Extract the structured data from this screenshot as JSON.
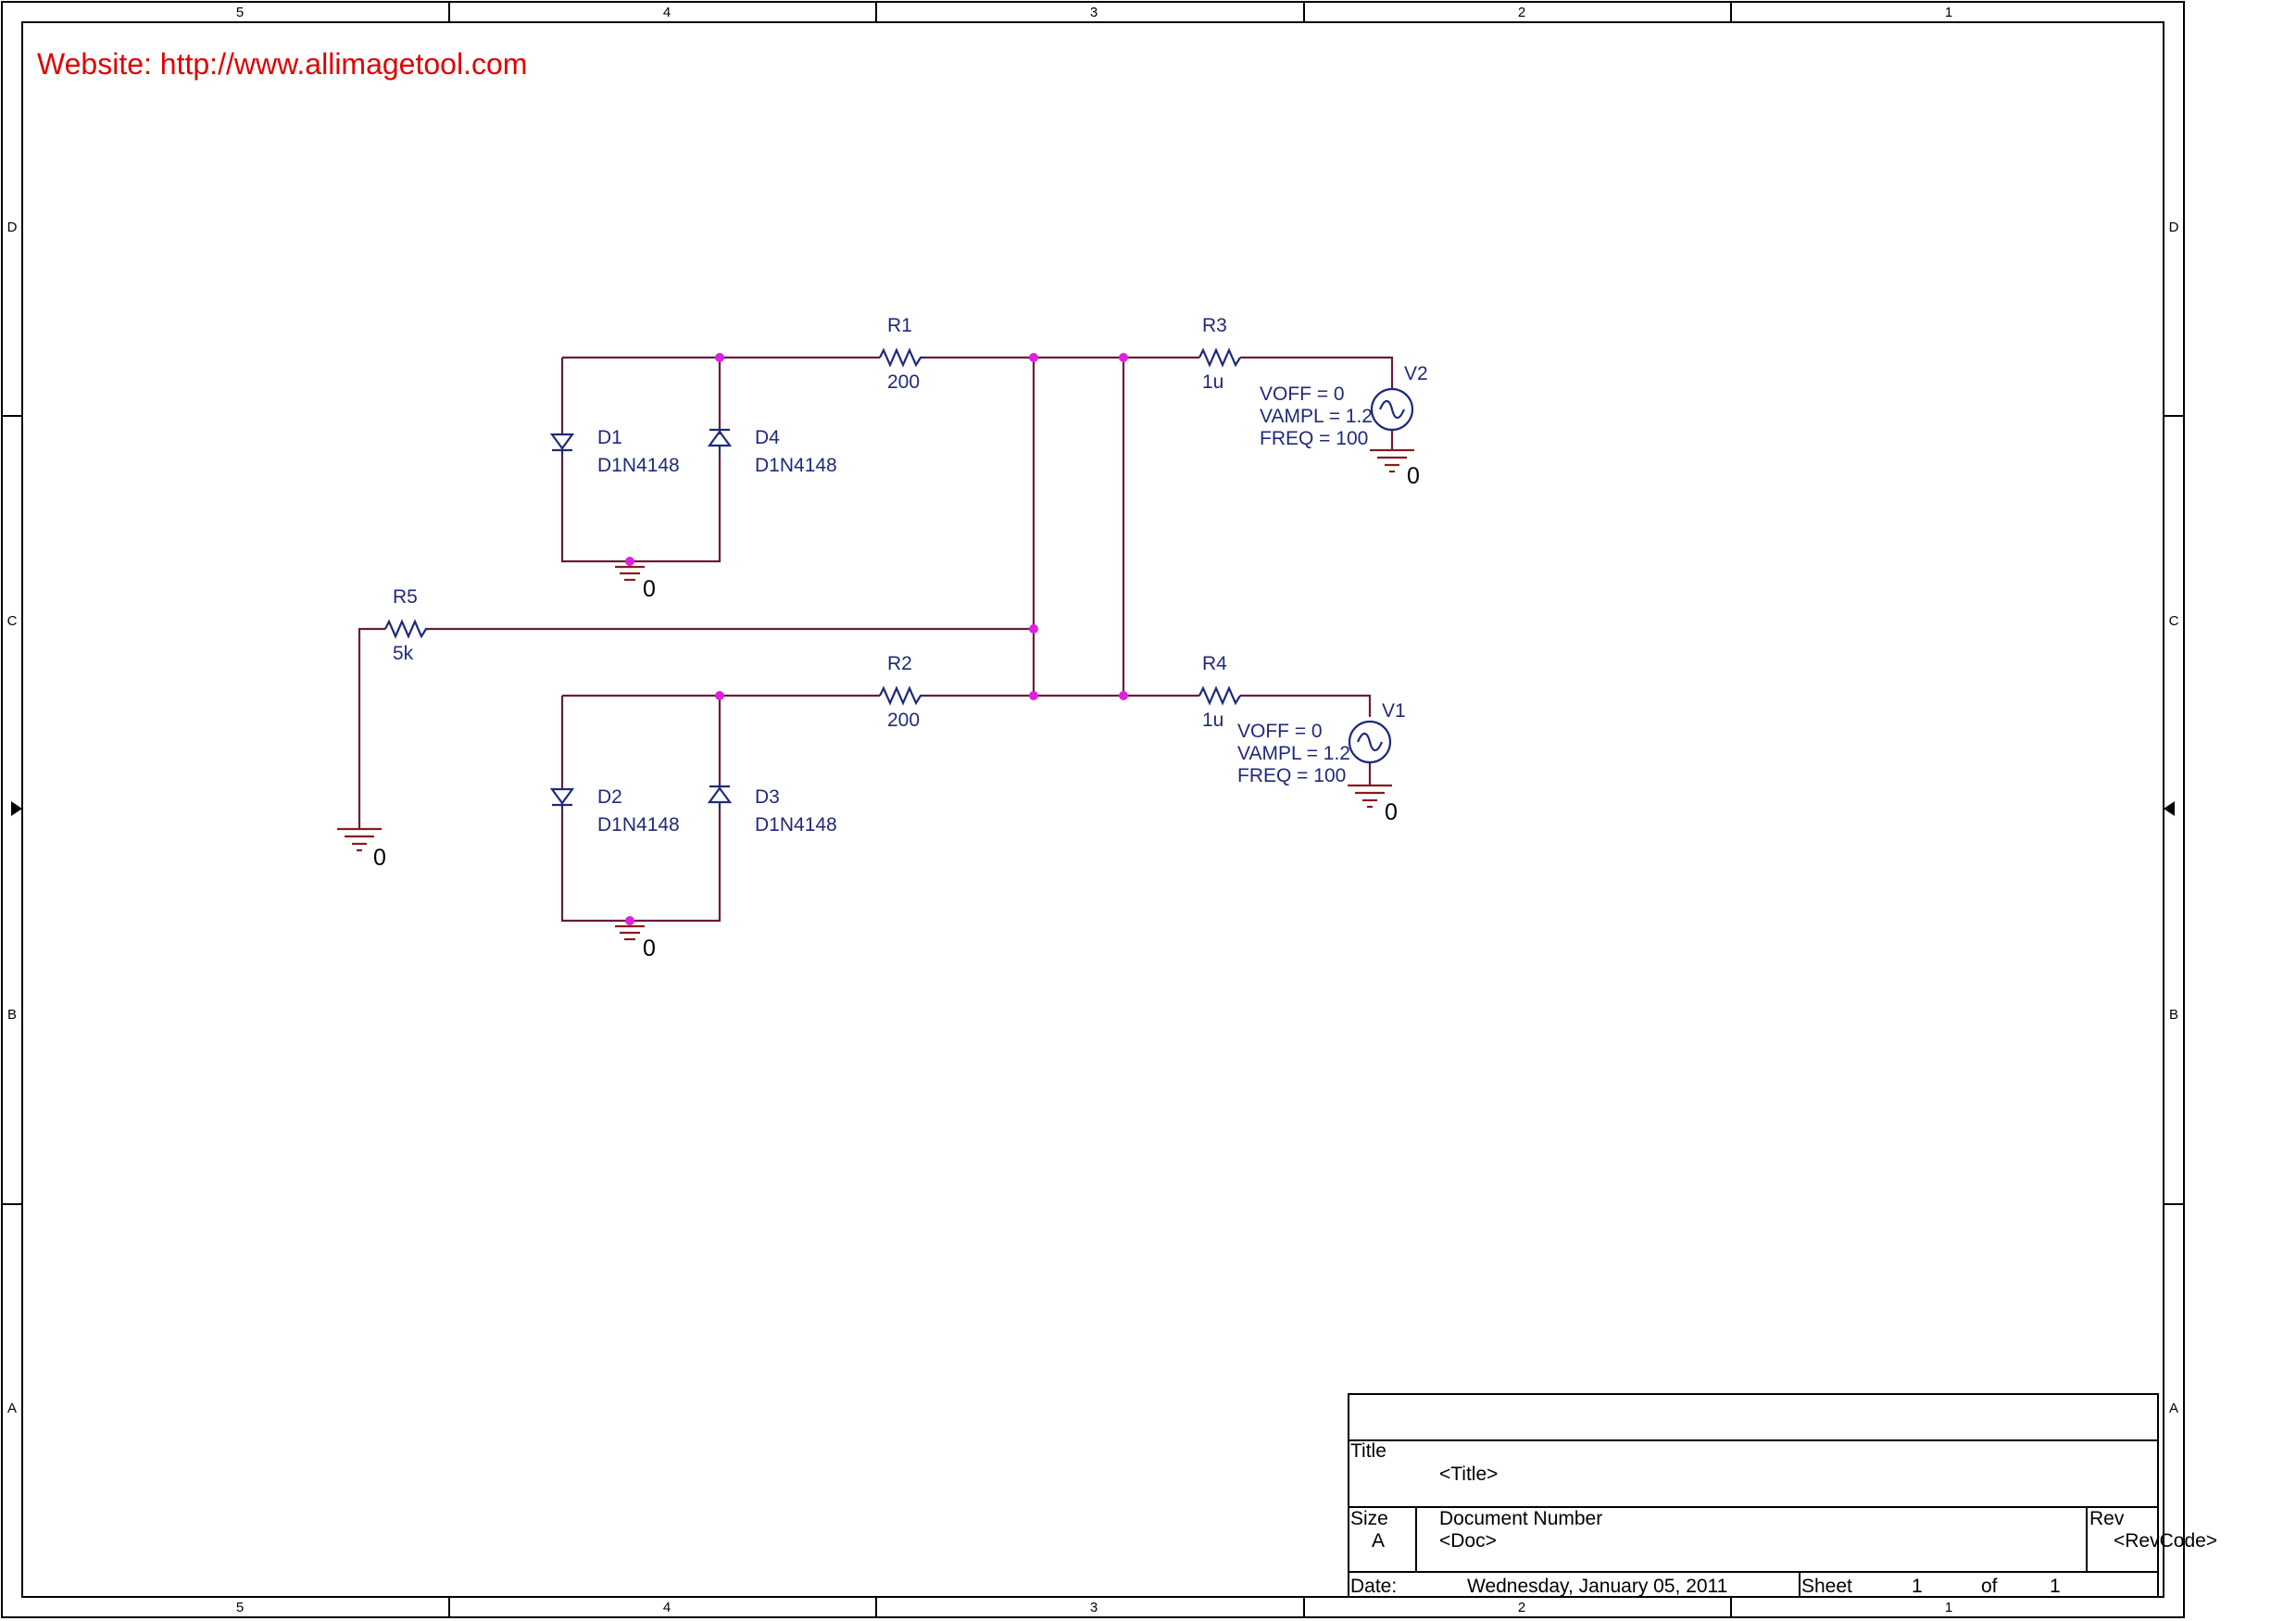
{
  "website_note": "Website: http://www.allimagetool.com",
  "frame": {
    "columns": [
      "5",
      "4",
      "3",
      "2",
      "1"
    ],
    "rows": [
      "D",
      "C",
      "B",
      "A"
    ]
  },
  "components": {
    "R1": {
      "ref": "R1",
      "value": "200"
    },
    "R2": {
      "ref": "R2",
      "value": "200"
    },
    "R3": {
      "ref": "R3",
      "value": "1u"
    },
    "R4": {
      "ref": "R4",
      "value": "1u"
    },
    "R5": {
      "ref": "R5",
      "value": "5k"
    },
    "D1": {
      "ref": "D1",
      "value": "D1N4148"
    },
    "D2": {
      "ref": "D2",
      "value": "D1N4148"
    },
    "D3": {
      "ref": "D3",
      "value": "D1N4148"
    },
    "D4": {
      "ref": "D4",
      "value": "D1N4148"
    },
    "V1": {
      "ref": "V1",
      "voff": "VOFF = 0",
      "vampl": "VAMPL = 1.2",
      "freq": "FREQ = 100"
    },
    "V2": {
      "ref": "V2",
      "voff": "VOFF = 0",
      "vampl": "VAMPL = 1.2",
      "freq": "FREQ = 100"
    }
  },
  "ground_label": "0",
  "title_block": {
    "title_label": "Title",
    "title_value": "<Title>",
    "size_label": "Size",
    "size_value": "A",
    "docnum_label": "Document Number",
    "docnum_value": "<Doc>",
    "rev_label": "Rev",
    "rev_value": "<RevCode>",
    "date_label": "Date:",
    "date_value": "Wednesday, January 05, 2011",
    "sheet_label": "Sheet",
    "sheet_value": "1",
    "of_label": "of",
    "of_value": "1"
  },
  "colors": {
    "wire": "#6b1b3d",
    "part": "#1f2a7a",
    "junction": "#e020e0",
    "ground": "#8b1a1a",
    "website": "#e00000"
  }
}
